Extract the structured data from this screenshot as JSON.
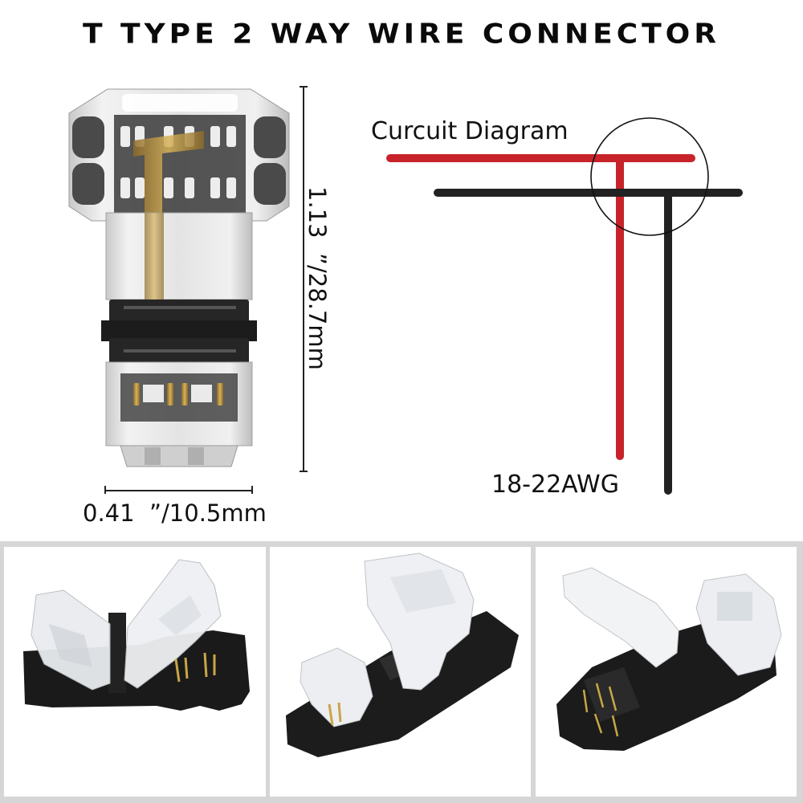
{
  "header": {
    "title": "T TYPE 2 WAY WIRE CONNECTOR"
  },
  "product_view": {
    "image_icon": "t-connector-top-view",
    "height_dimension": "1.13  ”/28.7mm",
    "width_dimension": "0.41  ”/10.5mm"
  },
  "circuit": {
    "title": "Curcuit Diagram",
    "wire_gauge": "18-22AWG",
    "colors": {
      "red_wire": "#c8232a",
      "black_wire": "#222222",
      "highlight_circle": "#111111"
    }
  },
  "gallery": {
    "frame_color": "#d6d6d6",
    "panels": [
      {
        "icon": "connector-open-side-view"
      },
      {
        "icon": "connector-closed-angle-view"
      },
      {
        "icon": "connector-lid-open-angle-view"
      }
    ]
  }
}
